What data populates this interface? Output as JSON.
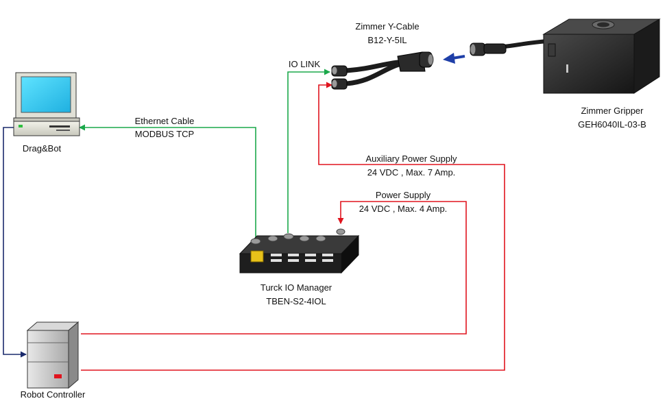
{
  "colors": {
    "ethernet": "#1aa84a",
    "io_link": "#1aa84a",
    "power": "#e0141e",
    "robot_link": "#1a2a6c",
    "direction_arrow": "#1f3fa8"
  },
  "nodes": {
    "drag_bot": {
      "label": "Drag&Bot",
      "icon": "desktop-computer-icon"
    },
    "robot_controller": {
      "label": "Robot Controller",
      "icon": "server-tower-icon"
    },
    "io_manager": {
      "label_line1": "Turck IO Manager",
      "label_line2": "TBEN-S2-4IOL",
      "icon": "io-module-icon"
    },
    "y_cable": {
      "label_line1": "Zimmer Y-Cable",
      "label_line2": "B12-Y-5IL",
      "icon": "y-cable-icon"
    },
    "gripper": {
      "label_line1": "Zimmer Gripper",
      "label_line2": "GEH6040IL-03-B",
      "icon": "gripper-icon"
    }
  },
  "connections": {
    "ethernet": {
      "label_line1": "Ethernet Cable",
      "label_line2": "MODBUS TCP"
    },
    "io_link": {
      "label": "IO LINK"
    },
    "aux_power": {
      "label_line1": "Auxiliary Power Supply",
      "label_line2": "24 VDC , Max. 7 Amp."
    },
    "power": {
      "label_line1": "Power Supply",
      "label_line2": "24 VDC , Max. 4 Amp."
    }
  }
}
